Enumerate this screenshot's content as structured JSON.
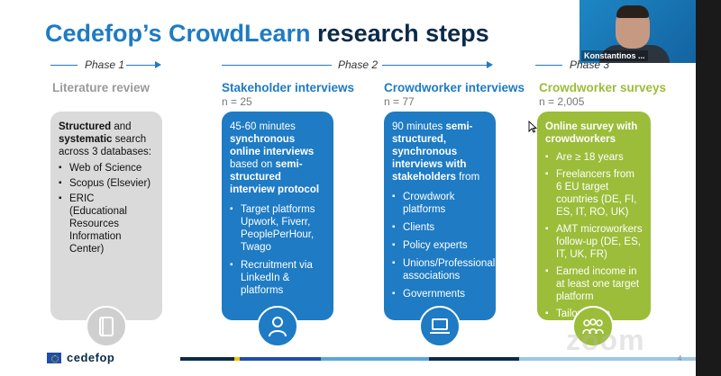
{
  "slide": {
    "title_part1": "Cedefop’s CrowdLearn",
    "title_part2": " research steps",
    "phases": [
      {
        "label": "Phase 1"
      },
      {
        "label": "Phase 2"
      },
      {
        "label": "Phase 3"
      }
    ],
    "columns": [
      {
        "heading": "Literature review",
        "count": "",
        "card_intro_bold1": "Structured",
        "card_intro_mid": " and ",
        "card_intro_bold2": "systematic",
        "card_intro_rest": " search across 3 databases:",
        "items": [
          "Web of Science",
          "Scopus (Elsevier)",
          "ERIC (Educational Resources Information Center)"
        ],
        "icon": "book-icon"
      },
      {
        "heading": "Stakeholder interviews",
        "count": "n = 25",
        "card_intro_normal": "45-60 minutes ",
        "card_intro_bold": "synchronous online interviews",
        "card_intro_mid": " based on ",
        "card_intro_bold2": "semi-structured interview protocol",
        "items": [
          "Target platforms Upwork, Fiverr, PeoplePerHour, Twago",
          "Recruitment via LinkedIn & platforms"
        ],
        "icon": "person-icon"
      },
      {
        "heading": "Crowdworker interviews",
        "count": "n = 77",
        "card_intro_normal": "90 minutes ",
        "card_intro_bold": "semi-structured, synchronous interviews with stakeholders",
        "card_intro_rest": " from",
        "items": [
          "Crowdwork platforms",
          "Clients",
          "Policy experts",
          "Unions/Professional associations",
          "Governments"
        ],
        "icon": "laptop-icon"
      },
      {
        "heading": "Crowdworker surveys",
        "count": "n = 2,005",
        "card_intro_bold": "Online survey with crowdworkers",
        "items": [
          "Are ≥ 18 years",
          "Freelancers from 6 EU target countries (DE, FI, ES, IT, RO, UK)",
          "AMT microworkers follow-up (DE, ES, IT, UK, FR)",
          "Earned income in at least one target platform",
          "Tailor-made"
        ],
        "icon": "group-icon"
      }
    ],
    "logo_text": "cedefop",
    "page_number": "4",
    "zoom_watermark": "zoom"
  },
  "video": {
    "participant_name": "Konstantinos ..."
  },
  "colors": {
    "accent_blue": "#1e7bc4",
    "navy": "#0b2a4a",
    "green": "#9bbd3a",
    "grey": "#dadada"
  }
}
